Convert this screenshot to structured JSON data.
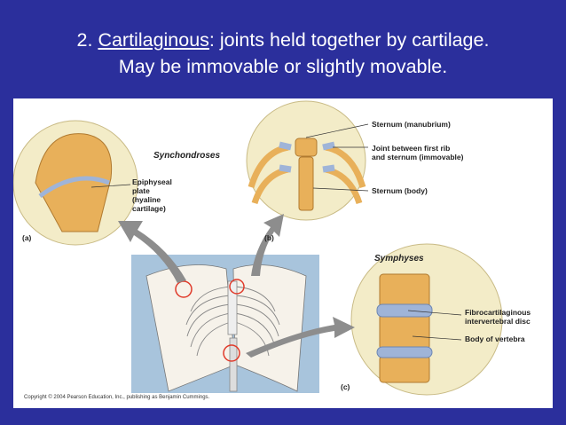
{
  "slide": {
    "title": {
      "number": "2. ",
      "term": "Cartilaginous",
      "rest_line1": ": joints held together by cartilage.",
      "line2": "May be immovable or slightly movable."
    }
  },
  "figure": {
    "synchondroses": "Synchondroses",
    "symphyses": "Symphyses",
    "epiphyseal": [
      "Epiphyseal",
      "plate",
      "(hyaline",
      "cartilage)"
    ],
    "sternum_manubrium": "Sternum (manubrium)",
    "joint_rib": [
      "Joint between first rib",
      "and sternum (immovable)"
    ],
    "sternum_body": "Sternum (body)",
    "fibro": [
      "Fibrocartilaginous",
      "intervertebral disc"
    ],
    "body_vertebra": "Body of vertebra",
    "panel_a": "(a)",
    "panel_b": "(b)",
    "panel_c": "(c)",
    "copyright": "Copyright © 2004 Pearson Education, Inc., publishing as Benjamin Cummings."
  },
  "colors": {
    "background": "#2b2f9c",
    "bone": "#e8b05a",
    "cartilage": "#9fb4d8",
    "inset": "#f3ecc8",
    "body_box": "#a8c4dc",
    "marker": "#e03a2a"
  }
}
